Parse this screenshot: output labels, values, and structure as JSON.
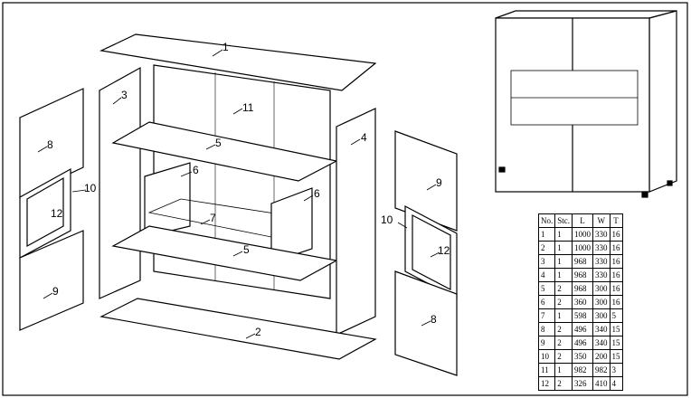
{
  "labels": {
    "top": "1",
    "bottom": "2",
    "left_side": "3",
    "right_side": "4",
    "shelf_upper": "5",
    "shelf_lower": "5",
    "divider_left": "6",
    "divider_right": "6",
    "glass_shelf": "7",
    "door_top_left": "8",
    "door_bottom_right": "8",
    "door_bottom_left": "9",
    "door_top_right": "9",
    "frame_left": "10",
    "frame_right": "10",
    "back_panel": "11",
    "glass_left": "12",
    "glass_right": "12"
  },
  "parts_table": {
    "headers": [
      "No.",
      "Stc.",
      "L",
      "W",
      "T"
    ],
    "rows": [
      [
        "1",
        "1",
        "1000",
        "330",
        "16"
      ],
      [
        "2",
        "1",
        "1000",
        "330",
        "16"
      ],
      [
        "3",
        "1",
        "968",
        "330",
        "16"
      ],
      [
        "4",
        "1",
        "968",
        "330",
        "16"
      ],
      [
        "5",
        "2",
        "968",
        "300",
        "16"
      ],
      [
        "6",
        "2",
        "360",
        "300",
        "16"
      ],
      [
        "7",
        "1",
        "598",
        "300",
        "5"
      ],
      [
        "8",
        "2",
        "496",
        "340",
        "15"
      ],
      [
        "9",
        "2",
        "496",
        "340",
        "15"
      ],
      [
        "10",
        "2",
        "350",
        "200",
        "15"
      ],
      [
        "11",
        "1",
        "982",
        "982",
        "3"
      ],
      [
        "12",
        "2",
        "326",
        "410",
        "4"
      ]
    ]
  }
}
